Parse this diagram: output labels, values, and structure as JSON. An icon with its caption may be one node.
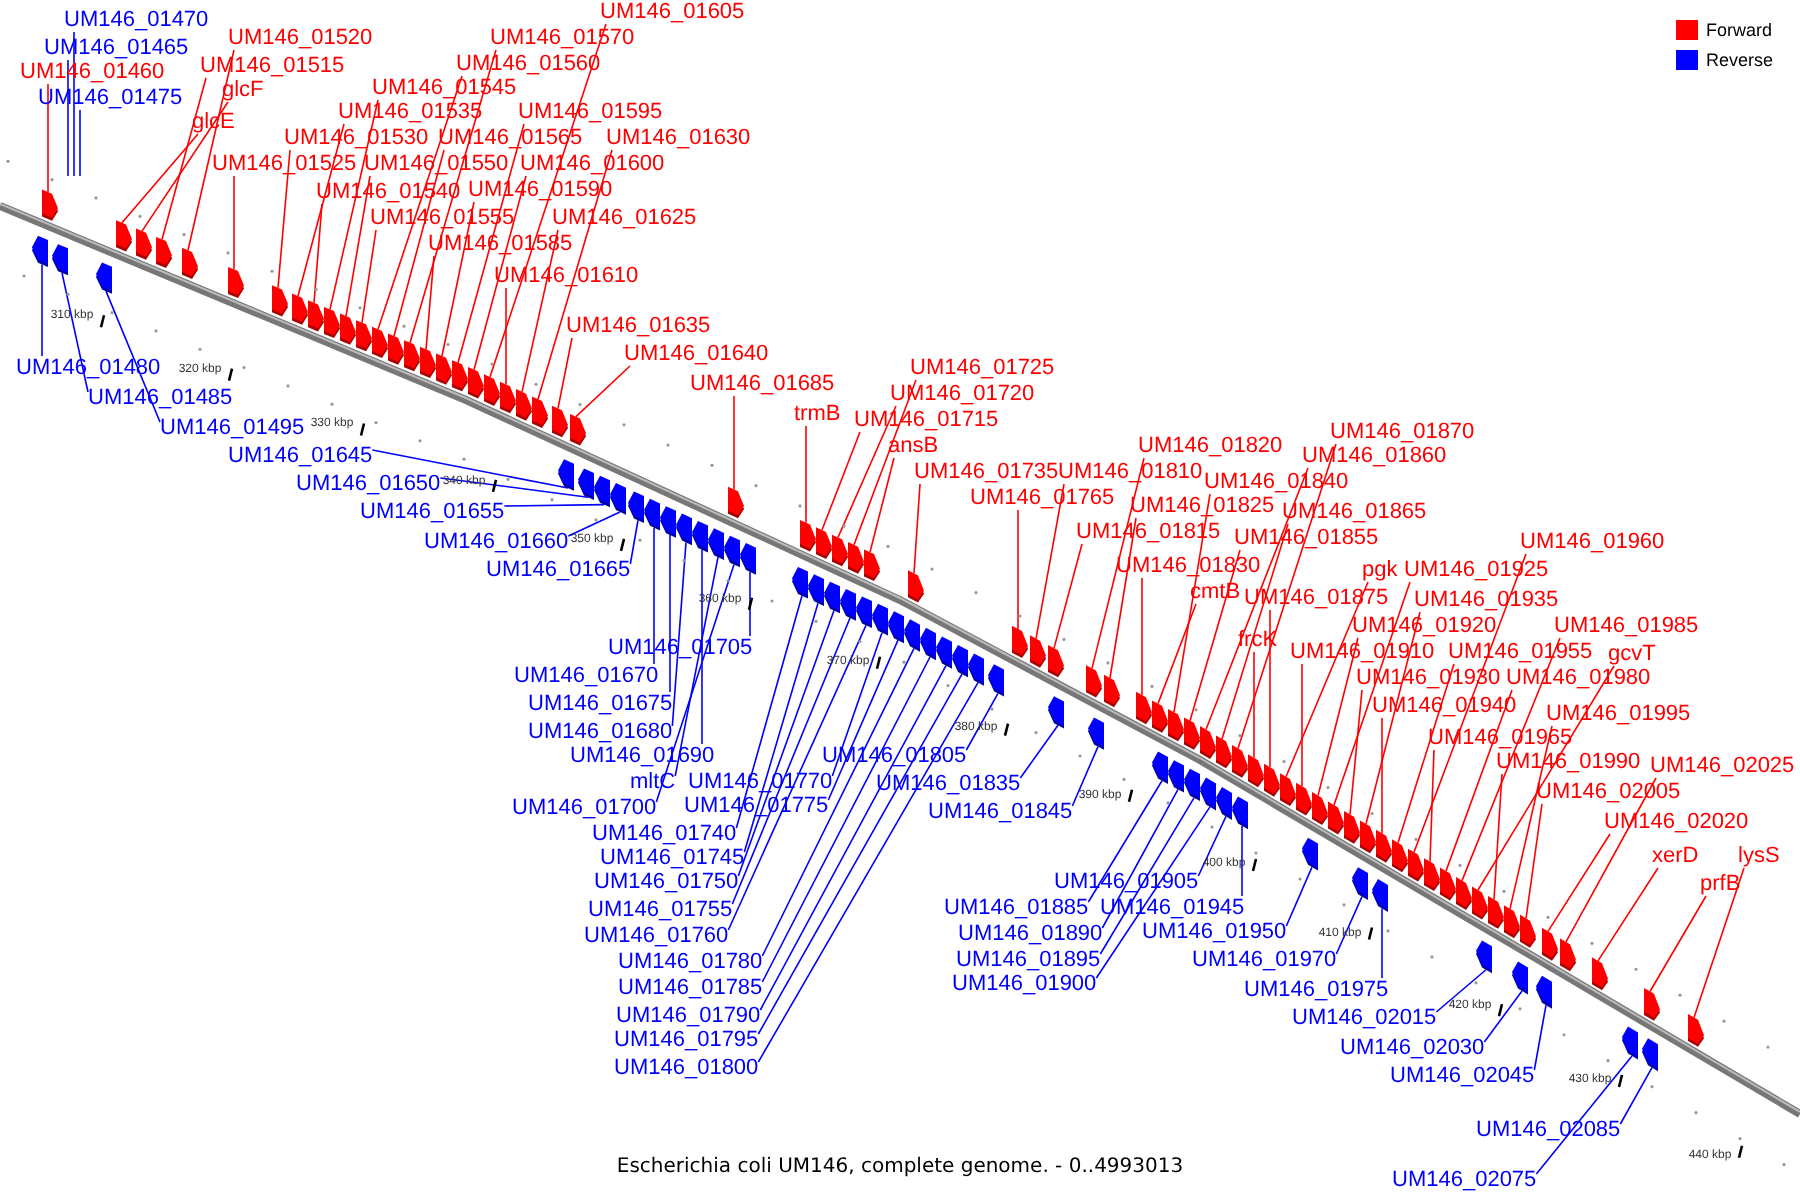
{
  "diagram": {
    "caption": "Escherichia coli UM146, complete genome. - 0..4993013",
    "nodes": [
      {
        "text": [
          "UM146_01470"
        ]
      },
      {
        "text": [
          "UM146_01465"
        ]
      },
      {
        "text": [
          "UM146_01460"
        ]
      },
      {
        "text": [
          "UM146_01475"
        ]
      },
      {
        "text": [
          "UM146_01520"
        ]
      },
      {
        "text": [
          "UM146_01515"
        ]
      },
      {
        "text": [
          "glcF"
        ]
      },
      {
        "text": [
          "glcE"
        ]
      },
      {
        "text": [
          "UM146_01525"
        ]
      },
      {
        "text": [
          "UM146_01530"
        ]
      },
      {
        "text": [
          "UM146_01535"
        ]
      },
      {
        "text": [
          "UM146_01545"
        ]
      },
      {
        "text": [
          "UM146_01550"
        ]
      },
      {
        "text": [
          "UM146_01540"
        ]
      },
      {
        "text": [
          "UM146_01555"
        ]
      },
      {
        "text": [
          "UM146_01585"
        ]
      },
      {
        "text": [
          "UM146_01610"
        ]
      },
      {
        "text": [
          "UM146_01565"
        ]
      },
      {
        "text": [
          "UM146_01590"
        ]
      },
      {
        "text": [
          "UM146_01600"
        ]
      },
      {
        "text": [
          "UM146_01625"
        ]
      },
      {
        "text": [
          "UM146_01595"
        ]
      },
      {
        "text": [
          "UM146_01630"
        ]
      },
      {
        "text": [
          "UM146_01560"
        ]
      },
      {
        "text": [
          "UM146_01570"
        ]
      },
      {
        "text": [
          "UM146_01605"
        ]
      },
      {
        "text": [
          "UM146_01635"
        ]
      },
      {
        "text": [
          "UM146_01640"
        ]
      },
      {
        "text": [
          "UM146_01685"
        ]
      },
      {
        "text": [
          "trmB"
        ]
      },
      {
        "text": [
          "UM146_01725"
        ]
      },
      {
        "text": [
          "UM146_01720"
        ]
      },
      {
        "text": [
          "UM146_01715"
        ]
      },
      {
        "text": [
          "ansB"
        ]
      },
      {
        "text": [
          "UM146_01735"
        ]
      },
      {
        "text": [
          "UM146_01765"
        ]
      },
      {
        "text": [
          "UM146_01810"
        ]
      },
      {
        "text": [
          "UM146_01820"
        ]
      },
      {
        "text": [
          "UM146_01840"
        ]
      },
      {
        "text": [
          "UM146_01825"
        ]
      },
      {
        "text": [
          "UM146_01815"
        ]
      },
      {
        "text": [
          "UM146_01830"
        ]
      },
      {
        "text": [
          "cmtB"
        ]
      },
      {
        "text": [
          "UM146_01870"
        ]
      },
      {
        "text": [
          "UM146_01860"
        ]
      },
      {
        "text": [
          "UM146_01865"
        ]
      },
      {
        "text": [
          "UM146_01855"
        ]
      },
      {
        "text": [
          "UM146_01875"
        ]
      },
      {
        "text": [
          "frcK"
        ]
      },
      {
        "text": [
          "pgk"
        ]
      },
      {
        "text": [
          "UM146_01925"
        ]
      },
      {
        "text": [
          "UM146_01935"
        ]
      },
      {
        "text": [
          "UM146_01920"
        ]
      },
      {
        "text": [
          "UM146_01910"
        ]
      },
      {
        "text": [
          "UM146_01930"
        ]
      },
      {
        "text": [
          "UM146_01940"
        ]
      },
      {
        "text": [
          "UM146_01955"
        ]
      },
      {
        "text": [
          "UM146_01960"
        ]
      },
      {
        "text": [
          "UM146_01985"
        ]
      },
      {
        "text": [
          "gcvT"
        ]
      },
      {
        "text": [
          "UM146_01980"
        ]
      },
      {
        "text": [
          "UM146_01995"
        ]
      },
      {
        "text": [
          "UM146_01965"
        ]
      },
      {
        "text": [
          "UM146_01990"
        ]
      },
      {
        "text": [
          "UM146_02005"
        ]
      },
      {
        "text": [
          "UM146_02025"
        ]
      },
      {
        "text": [
          "UM146_02020"
        ]
      },
      {
        "text": [
          "xerD"
        ]
      },
      {
        "text": [
          "lysS"
        ]
      },
      {
        "text": [
          "prfB"
        ]
      },
      {
        "text": [
          "UM146_01480"
        ]
      },
      {
        "text": [
          "UM146_01485"
        ]
      },
      {
        "text": [
          "UM146_01495"
        ]
      },
      {
        "text": [
          "UM146_01645"
        ]
      },
      {
        "text": [
          "UM146_01650"
        ]
      },
      {
        "text": [
          "UM146_01655"
        ]
      },
      {
        "text": [
          "UM146_01660"
        ]
      },
      {
        "text": [
          "UM146_01665"
        ]
      },
      {
        "text": [
          "UM146_01705"
        ]
      },
      {
        "text": [
          "UM146_01670"
        ]
      },
      {
        "text": [
          "UM146_01675"
        ]
      },
      {
        "text": [
          "UM146_01680"
        ]
      },
      {
        "text": [
          "UM146_01690"
        ]
      },
      {
        "text": [
          "mltC"
        ]
      },
      {
        "text": [
          "UM146_01770"
        ]
      },
      {
        "text": [
          "UM146_01700"
        ]
      },
      {
        "text": [
          "UM146_01775"
        ]
      },
      {
        "text": [
          "UM146_01740"
        ]
      },
      {
        "text": [
          "UM146_01745"
        ]
      },
      {
        "text": [
          "UM146_01750"
        ]
      },
      {
        "text": [
          "UM146_01755"
        ]
      },
      {
        "text": [
          "UM146_01760"
        ]
      },
      {
        "text": [
          "UM146_01780"
        ]
      },
      {
        "text": [
          "UM146_01785"
        ]
      },
      {
        "text": [
          "UM146_01790"
        ]
      },
      {
        "text": [
          "UM146_01795"
        ]
      },
      {
        "text": [
          "UM146_01800"
        ]
      },
      {
        "text": [
          "UM146_01805"
        ]
      },
      {
        "text": [
          "UM146_01835"
        ]
      },
      {
        "text": [
          "UM146_01845"
        ]
      },
      {
        "text": [
          "UM146_01905"
        ]
      },
      {
        "text": [
          "UM146_01885"
        ]
      },
      {
        "text": [
          "UM146_01945"
        ]
      },
      {
        "text": [
          "UM146_01890"
        ]
      },
      {
        "text": [
          "UM146_01950"
        ]
      },
      {
        "text": [
          "UM146_01895"
        ]
      },
      {
        "text": [
          "UM146_01900"
        ]
      },
      {
        "text": [
          "UM146_01970"
        ]
      },
      {
        "text": [
          "UM146_01975"
        ]
      },
      {
        "text": [
          "UM146_02015"
        ]
      },
      {
        "text": [
          "UM146_02030"
        ]
      },
      {
        "text": [
          "UM146_02045"
        ]
      },
      {
        "text": [
          "UM146_02085"
        ]
      },
      {
        "text": [
          "UM146_02075"
        ]
      },
      {
        "text": [],
        "shape": "pentagon"
      },
      {
        "text": [],
        "shape": "pentagon"
      },
      {
        "text": [],
        "shape": "pentagon"
      },
      {
        "text": [],
        "shape": "pentagon"
      },
      {
        "text": [],
        "shape": "pentagon"
      },
      {
        "text": [],
        "shape": "pentagon"
      },
      {
        "text": [],
        "shape": "pentagon"
      },
      {
        "text": [],
        "shape": "pentagon"
      },
      {
        "text": [],
        "shape": "pentagon"
      },
      {
        "text": [],
        "shape": "pentagon"
      },
      {
        "text": [],
        "shape": "pentagon"
      },
      {
        "text": [],
        "shape": "pentagon"
      },
      {
        "text": [],
        "shape": "pentagon"
      },
      {
        "text": [],
        "shape": "pentagon"
      },
      {
        "text": [],
        "shape": "pentagon"
      },
      {
        "text": [],
        "shape": "pentagon"
      },
      {
        "text": [],
        "shape": "pentagon"
      },
      {
        "text": [],
        "shape": "pentagon"
      },
      {
        "text": [],
        "shape": "pentagon"
      },
      {
        "text": [],
        "shape": "pentagon"
      },
      {
        "text": [],
        "shape": "pentagon"
      },
      {
        "text": [],
        "shape": "pentagon"
      },
      {
        "text": [],
        "shape": "pentagon"
      },
      {
        "text": [],
        "shape": "pentagon"
      },
      {
        "text": [],
        "shape": "pentagon"
      },
      {
        "text": [],
        "shape": "pentagon"
      },
      {
        "text": [],
        "shape": "pentagon"
      },
      {
        "text": [],
        "shape": "pentagon"
      },
      {
        "text": [],
        "shape": "pentagon"
      },
      {
        "text": [],
        "shape": "pentagon"
      },
      {
        "text": [],
        "shape": "pentagon"
      },
      {
        "text": [],
        "shape": "pentagon"
      },
      {
        "text": [],
        "shape": "pentagon"
      },
      {
        "text": [],
        "shape": "pentagon"
      },
      {
        "text": [],
        "shape": "pentagon"
      },
      {
        "text": [],
        "shape": "pentagon"
      },
      {
        "text": [],
        "shape": "pentagon"
      },
      {
        "text": [],
        "shape": "pentagon"
      },
      {
        "text": [],
        "shape": "pentagon"
      },
      {
        "text": [],
        "shape": "pentagon"
      },
      {
        "text": [],
        "shape": "pentagon"
      },
      {
        "text": [],
        "shape": "pentagon"
      },
      {
        "text": [],
        "shape": "pentagon"
      },
      {
        "text": [],
        "shape": "pentagon"
      },
      {
        "text": [],
        "shape": "pentagon"
      },
      {
        "text": [],
        "shape": "pentagon"
      },
      {
        "text": [],
        "shape": "pentagon"
      },
      {
        "text": [],
        "shape": "pentagon"
      },
      {
        "text": [],
        "shape": "pentagon"
      },
      {
        "text": [],
        "shape": "pentagon"
      },
      {
        "text": [],
        "shape": "pentagon"
      },
      {
        "text": [],
        "shape": "pentagon"
      },
      {
        "text": [],
        "shape": "pentagon"
      },
      {
        "text": [],
        "shape": "pentagon"
      },
      {
        "text": [],
        "shape": "pentagon"
      },
      {
        "text": [],
        "shape": "pentagon"
      },
      {
        "text": [],
        "shape": "pentagon"
      },
      {
        "text": [],
        "shape": "pentagon"
      },
      {
        "text": [],
        "shape": "pentagon"
      },
      {
        "text": [],
        "shape": "pentagon"
      },
      {
        "text": [],
        "shape": "pentagon"
      },
      {
        "text": [],
        "shape": "pentagon"
      },
      {
        "text": [],
        "shape": "pentagon"
      },
      {
        "text": [],
        "shape": "pentagon"
      },
      {
        "text": [],
        "shape": "pentagon"
      },
      {
        "text": [],
        "shape": "pentagon"
      },
      {
        "text": [],
        "shape": "pentagon"
      },
      {
        "text": [],
        "shape": "pentagon"
      },
      {
        "text": [],
        "shape": "pentagon"
      },
      {
        "text": [],
        "shape": "pentagon"
      },
      {
        "text": [],
        "shape": "pentagon"
      },
      {
        "text": [],
        "shape": "pentagon"
      },
      {
        "text": [],
        "shape": "pentagon"
      },
      {
        "text": [],
        "shape": "pentagon"
      },
      {
        "text": [],
        "shape": "pentagon"
      },
      {
        "text": [],
        "shape": "pentagon"
      },
      {
        "text": [],
        "shape": "pentagon"
      },
      {
        "text": [],
        "shape": "pentagon"
      },
      {
        "text": [],
        "shape": "pentagon"
      },
      {
        "text": [],
        "shape": "pentagon"
      },
      {
        "text": [],
        "shape": "pentagon"
      },
      {
        "text": [],
        "shape": "pentagon"
      },
      {
        "text": [],
        "shape": "pentagon"
      },
      {
        "text": [],
        "shape": "pentagon"
      },
      {
        "text": [],
        "shape": "pentagon"
      },
      {
        "text": [],
        "shape": "pentagon"
      },
      {
        "text": [],
        "shape": "pentagon"
      },
      {
        "text": [],
        "shape": "pentagon"
      },
      {
        "text": [],
        "shape": "pentagon"
      },
      {
        "text": [],
        "shape": "pentagon"
      },
      {
        "text": [],
        "shape": "pentagon"
      },
      {
        "text": [],
        "shape": "pentagon"
      },
      {
        "text": [],
        "shape": "pentagon"
      },
      {
        "text": [],
        "shape": "pentagon"
      },
      {
        "text": [],
        "shape": "pentagon"
      },
      {
        "text": [],
        "shape": "pentagon"
      },
      {
        "text": [],
        "shape": "pentagon"
      },
      {
        "text": [],
        "shape": "pentagon"
      },
      {
        "text": [],
        "shape": "pentagon"
      },
      {
        "text": [],
        "shape": "pentagon"
      },
      {
        "text": [],
        "shape": "pentagon"
      },
      {
        "text": [],
        "shape": "pentagon"
      },
      {
        "text": [],
        "shape": "pentagon"
      },
      {
        "text": [],
        "shape": "pentagon"
      },
      {
        "text": [],
        "shape": "pentagon"
      },
      {
        "text": [],
        "shape": "pentagon"
      },
      {
        "text": [],
        "shape": "pentagon"
      },
      {
        "text": [],
        "shape": "pentagon"
      },
      {
        "text": [],
        "shape": "pentagon"
      },
      {
        "text": [],
        "shape": "pentagon"
      },
      {
        "text": [],
        "shape": "pentagon"
      }
    ],
    "edges": [
      {
        "from": 0,
        "to": null,
        "arrow": "none",
        "color": "#0000ff"
      },
      {
        "from": 1,
        "to": null,
        "arrow": "none",
        "color": "#0000ff"
      },
      {
        "from": 2,
        "to": 114,
        "arrow": "none"
      },
      {
        "from": 3,
        "to": null,
        "arrow": "none",
        "color": "#0000ff"
      },
      {
        "from": 4,
        "to": 115,
        "arrow": "none"
      },
      {
        "from": 5,
        "to": 116,
        "arrow": "none"
      },
      {
        "from": 6,
        "to": 117,
        "arrow": "none"
      },
      {
        "from": 7,
        "to": 118,
        "arrow": "none"
      },
      {
        "from": 8,
        "to": 119,
        "arrow": "none"
      },
      {
        "from": 9,
        "to": 120,
        "arrow": "none"
      },
      {
        "from": 10,
        "to": 121,
        "arrow": "none"
      },
      {
        "from": 11,
        "to": 122,
        "arrow": "none"
      },
      {
        "from": 12,
        "to": 123,
        "arrow": "none"
      },
      {
        "from": 13,
        "to": 124,
        "arrow": "none"
      },
      {
        "from": 14,
        "to": 125,
        "arrow": "none"
      },
      {
        "from": 15,
        "to": 126,
        "arrow": "none"
      },
      {
        "from": 16,
        "to": 127,
        "arrow": "none"
      },
      {
        "from": 17,
        "to": 128,
        "arrow": "none"
      },
      {
        "from": 18,
        "to": 129,
        "arrow": "none"
      },
      {
        "from": 19,
        "to": 130,
        "arrow": "none"
      },
      {
        "from": 20,
        "to": 131,
        "arrow": "none"
      },
      {
        "from": 21,
        "to": 132,
        "arrow": "none"
      },
      {
        "from": 22,
        "to": 133,
        "arrow": "none"
      },
      {
        "from": 23,
        "to": 134,
        "arrow": "none"
      },
      {
        "from": 24,
        "to": 135,
        "arrow": "none"
      },
      {
        "from": 25,
        "to": 136,
        "arrow": "none"
      },
      {
        "from": 26,
        "to": 137,
        "arrow": "none"
      },
      {
        "from": 27,
        "to": 138,
        "arrow": "none"
      },
      {
        "from": 28,
        "to": 139,
        "arrow": "none"
      },
      {
        "from": 29,
        "to": 140,
        "arrow": "none"
      },
      {
        "from": 30,
        "to": 141,
        "arrow": "none"
      },
      {
        "from": 31,
        "to": 142,
        "arrow": "none"
      },
      {
        "from": 32,
        "to": 143,
        "arrow": "none"
      },
      {
        "from": 33,
        "to": 144,
        "arrow": "none"
      },
      {
        "from": 34,
        "to": 145,
        "arrow": "none"
      },
      {
        "from": 35,
        "to": 146,
        "arrow": "none"
      },
      {
        "from": 36,
        "to": 147,
        "arrow": "none"
      },
      {
        "from": 37,
        "to": 148,
        "arrow": "none"
      },
      {
        "from": 38,
        "to": 149,
        "arrow": "none"
      },
      {
        "from": 39,
        "to": 150,
        "arrow": "none"
      },
      {
        "from": 40,
        "to": 151,
        "arrow": "none"
      },
      {
        "from": 41,
        "to": 152,
        "arrow": "none"
      },
      {
        "from": 42,
        "to": 153,
        "arrow": "none"
      },
      {
        "from": 43,
        "to": 154,
        "arrow": "none"
      },
      {
        "from": 44,
        "to": 155,
        "arrow": "none"
      },
      {
        "from": 45,
        "to": 156,
        "arrow": "none"
      },
      {
        "from": 46,
        "to": 157,
        "arrow": "none"
      },
      {
        "from": 47,
        "to": 158,
        "arrow": "none"
      },
      {
        "from": 48,
        "to": 159,
        "arrow": "none"
      },
      {
        "from": 49,
        "to": 160,
        "arrow": "none"
      },
      {
        "from": 50,
        "to": 161,
        "arrow": "none"
      },
      {
        "from": 51,
        "to": 162,
        "arrow": "none"
      },
      {
        "from": 52,
        "to": 163,
        "arrow": "none"
      },
      {
        "from": 53,
        "to": 164,
        "arrow": "none"
      },
      {
        "from": 54,
        "to": 165,
        "arrow": "none"
      },
      {
        "from": 55,
        "to": 166,
        "arrow": "none"
      },
      {
        "from": 56,
        "to": 167,
        "arrow": "none"
      },
      {
        "from": 57,
        "to": 168,
        "arrow": "none"
      },
      {
        "from": 58,
        "to": 169,
        "arrow": "none"
      },
      {
        "from": 59,
        "to": 170,
        "arrow": "none"
      },
      {
        "from": 60,
        "to": 171,
        "arrow": "none"
      },
      {
        "from": 61,
        "to": 172,
        "arrow": "none"
      },
      {
        "from": 62,
        "to": 173,
        "arrow": "none"
      },
      {
        "from": 63,
        "to": 174,
        "arrow": "none"
      },
      {
        "from": 64,
        "to": 175,
        "arrow": "none"
      },
      {
        "from": 65,
        "to": 176,
        "arrow": "none"
      },
      {
        "from": 66,
        "to": 177,
        "arrow": "none"
      },
      {
        "from": 67,
        "to": 178,
        "arrow": "none"
      },
      {
        "from": 68,
        "to": 179,
        "arrow": "none"
      },
      {
        "from": 69,
        "to": 180,
        "arrow": "none"
      },
      {
        "from": 70,
        "to": 181,
        "arrow": "none",
        "color": "#0000ff"
      },
      {
        "from": 71,
        "to": 182,
        "arrow": "none",
        "color": "#0000ff"
      },
      {
        "from": 72,
        "to": 183,
        "arrow": "none",
        "color": "#0000ff"
      },
      {
        "from": 73,
        "to": 184,
        "arrow": "none",
        "color": "#0000ff"
      },
      {
        "from": 74,
        "to": 185,
        "arrow": "none",
        "color": "#0000ff"
      },
      {
        "from": 75,
        "to": 186,
        "arrow": "none",
        "color": "#0000ff"
      },
      {
        "from": 76,
        "to": 187,
        "arrow": "none",
        "color": "#0000ff"
      },
      {
        "from": 77,
        "to": 188,
        "arrow": "none",
        "color": "#0000ff"
      },
      {
        "from": 78,
        "to": 189,
        "arrow": "none",
        "color": "#0000ff"
      },
      {
        "from": 79,
        "to": 190,
        "arrow": "none",
        "color": "#0000ff"
      },
      {
        "from": 80,
        "to": 191,
        "arrow": "none",
        "color": "#0000ff"
      },
      {
        "from": 81,
        "to": 192,
        "arrow": "none",
        "color": "#0000ff"
      },
      {
        "from": 82,
        "to": 193,
        "arrow": "none",
        "color": "#0000ff"
      },
      {
        "from": 83,
        "to": 194,
        "arrow": "none",
        "color": "#0000ff"
      },
      {
        "from": 84,
        "to": 195,
        "arrow": "none",
        "color": "#0000ff"
      },
      {
        "from": 85,
        "to": 196,
        "arrow": "none",
        "color": "#0000ff"
      },
      {
        "from": 86,
        "to": 197,
        "arrow": "none",
        "color": "#0000ff"
      },
      {
        "from": 87,
        "to": 198,
        "arrow": "none",
        "color": "#0000ff"
      },
      {
        "from": 88,
        "to": 199,
        "arrow": "none",
        "color": "#0000ff"
      },
      {
        "from": 89,
        "to": 200,
        "arrow": "none",
        "color": "#0000ff"
      },
      {
        "from": 90,
        "to": 201,
        "arrow": "none",
        "color": "#0000ff"
      },
      {
        "from": 91,
        "to": 202,
        "arrow": "none",
        "color": "#0000ff"
      },
      {
        "from": 92,
        "to": 203,
        "arrow": "none",
        "color": "#0000ff"
      },
      {
        "from": 93,
        "to": 204,
        "arrow": "none",
        "color": "#0000ff"
      },
      {
        "from": 94,
        "to": 205,
        "arrow": "none",
        "color": "#0000ff"
      },
      {
        "from": 95,
        "to": 206,
        "arrow": "none",
        "color": "#0000ff"
      },
      {
        "from": 96,
        "to": 207,
        "arrow": "none",
        "color": "#0000ff"
      },
      {
        "from": 97,
        "to": 208,
        "arrow": "none",
        "color": "#0000ff"
      },
      {
        "from": 98,
        "to": 209,
        "arrow": "none",
        "color": "#0000ff"
      },
      {
        "from": 99,
        "to": 210,
        "arrow": "none",
        "color": "#0000ff"
      },
      {
        "from": 100,
        "to": 211,
        "arrow": "none",
        "color": "#0000ff"
      },
      {
        "from": 101,
        "to": 212,
        "arrow": "none",
        "color": "#0000ff"
      },
      {
        "from": 102,
        "to": 213,
        "arrow": "none",
        "color": "#0000ff"
      },
      {
        "from": 103,
        "to": 214,
        "arrow": "none",
        "color": "#0000ff"
      },
      {
        "from": 104,
        "to": 215,
        "arrow": "none",
        "color": "#0000ff"
      },
      {
        "from": 105,
        "to": 216,
        "arrow": "none",
        "color": "#0000ff"
      },
      {
        "from": 106,
        "to": 217,
        "arrow": "none",
        "color": "#0000ff"
      },
      {
        "from": 107,
        "to": 218,
        "arrow": "none",
        "color": "#0000ff"
      },
      {
        "from": 108,
        "to": 219,
        "arrow": "none",
        "color": "#0000ff"
      },
      {
        "from": 109,
        "to": 220,
        "arrow": "none",
        "color": "#0000ff"
      },
      {
        "from": 110,
        "to": 221,
        "arrow": "none",
        "color": "#0000ff"
      },
      {
        "from": 111,
        "to": 222,
        "arrow": "none",
        "color": "#0000ff"
      },
      {
        "from": 112,
        "to": 223,
        "arrow": "none",
        "color": "#0000ff"
      },
      {
        "from": 113,
        "to": 224,
        "arrow": "none",
        "color": "#0000ff"
      }
    ],
    "labels": [
      "310 kbp",
      "320 kbp",
      "330 kbp",
      "340 kbp",
      "350 kbp",
      "360 kbp",
      "370 kbp",
      "380 kbp",
      "390 kbp",
      "400 kbp",
      "410 kbp",
      "420 kbp",
      "430 kbp",
      "440 kbp"
    ],
    "legend": [
      {
        "text": "Forward",
        "color": "#ff0000"
      },
      {
        "text": "Reverse",
        "color": "#0000ff"
      }
    ]
  }
}
